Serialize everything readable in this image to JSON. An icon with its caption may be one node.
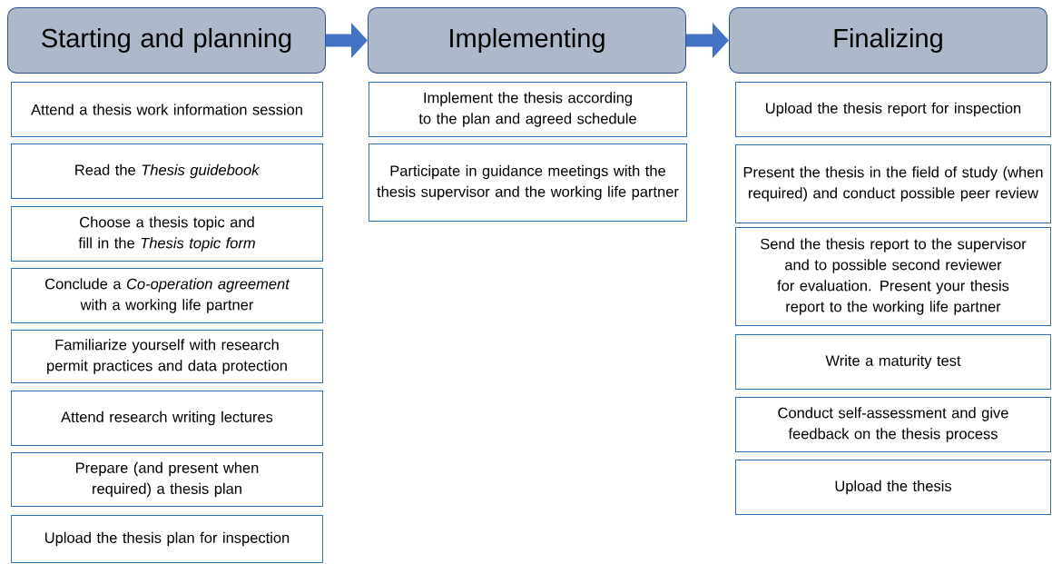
{
  "diagram": {
    "nodes": [
      {
        "text": [
          "Starting and planning"
        ]
      },
      {
        "text": [
          "Attend a thesis work information session"
        ]
      },
      {
        "text": [
          "Read the *Thesis guidebook*"
        ]
      },
      {
        "text": [
          "Choose a thesis topic and fill in the *Thesis topic form*"
        ]
      },
      {
        "text": [
          "Conclude a *Co-operation agreement* with a working life partner"
        ]
      },
      {
        "text": [
          "Familiarize yourself with research permit practices and data protection"
        ]
      },
      {
        "text": [
          "Attend research writing lectures"
        ]
      },
      {
        "text": [
          "Prepare (and present when required) a thesis plan"
        ]
      },
      {
        "text": [
          "Upload the thesis plan for inspection"
        ]
      },
      {
        "text": [
          "Implementing"
        ]
      },
      {
        "text": [
          "Implement the thesis according to the plan and agreed schedule"
        ]
      },
      {
        "text": [
          "Participate in guidance meetings with the thesis supervisor and the working life partner"
        ]
      },
      {
        "text": [
          "Finalizing"
        ]
      },
      {
        "text": [
          "Upload the thesis report for inspection"
        ]
      },
      {
        "text": [
          "Present the thesis in the field of study (when required) and conduct possible peer review"
        ]
      },
      {
        "text": [
          "Send the thesis report to the supervisor and to possible second reviewer for evaluation. Present your thesis report to the working life partner"
        ]
      },
      {
        "text": [
          "Write a maturity test"
        ]
      },
      {
        "text": [
          "Conduct self-assessment and give feedback on the thesis process"
        ]
      },
      {
        "text": [
          "Upload the thesis"
        ]
      }
    ],
    "edges": [
      {
        "from": 0,
        "to": 9,
        "arrow": "to"
      },
      {
        "from": 9,
        "to": 12,
        "arrow": "to"
      }
    ]
  }
}
